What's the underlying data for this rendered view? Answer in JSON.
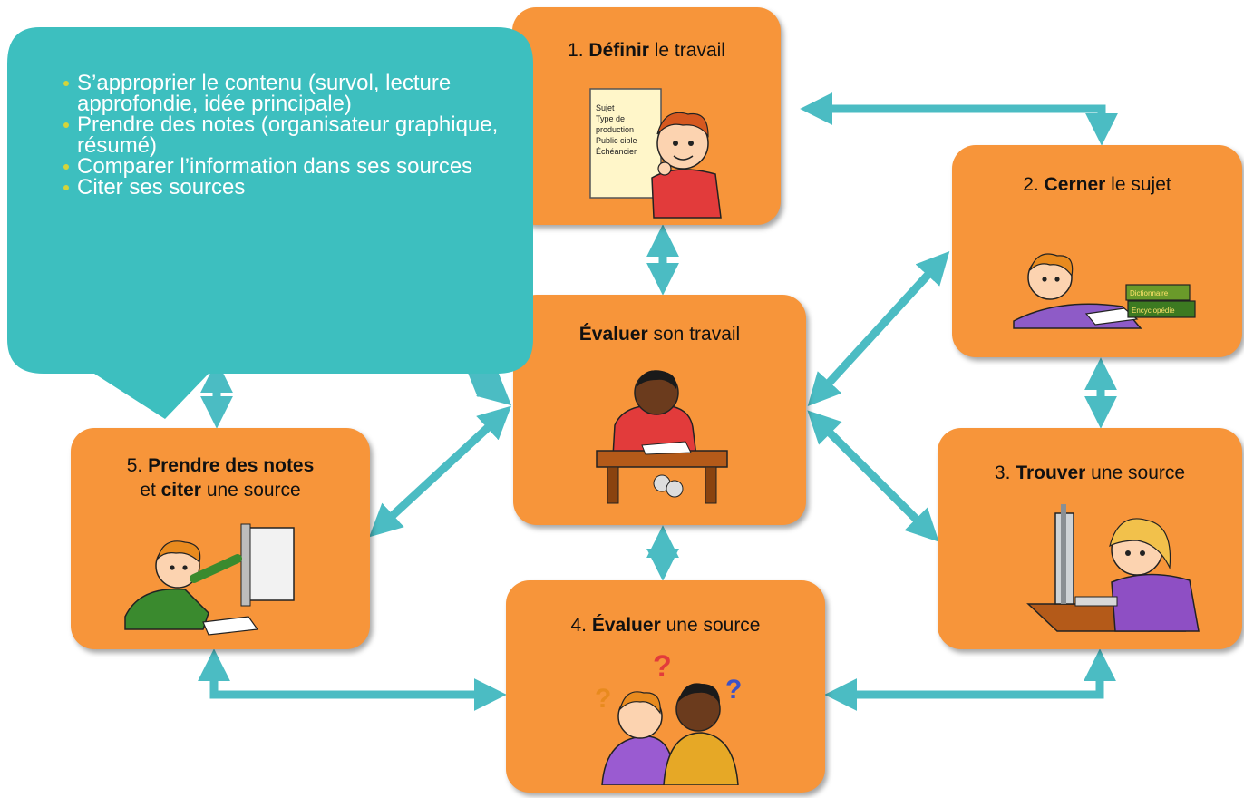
{
  "callout": {
    "items": [
      "S’approprier le contenu (survol, lecture approfondie, idée principale)",
      "Prendre des notes (organisateur graphique, résumé)",
      "Comparer l’information dans ses sources",
      "Citer ses sources"
    ]
  },
  "steps": {
    "step1": {
      "prefix": "1. ",
      "bold": "Définir",
      "suffix": " le travail",
      "note": [
        "Sujet",
        "Type de",
        "production",
        "Public cible",
        "Échéancier"
      ]
    },
    "step2": {
      "prefix": "2. ",
      "bold": "Cerner",
      "suffix": " le sujet",
      "books": [
        "Dictionnaire",
        "Encyclopédie"
      ]
    },
    "step3": {
      "prefix": "3. ",
      "bold": "Trouver",
      "suffix": " une source"
    },
    "step4": {
      "prefix": "4. ",
      "bold": "Évaluer",
      "suffix": " une source"
    },
    "step5": {
      "prefix": "5. ",
      "bold1": "Prendre des notes",
      "mid": "et ",
      "bold2": "citer",
      "suffix": " une source"
    },
    "center": {
      "bold": "Évaluer",
      "suffix": " son travail"
    }
  },
  "colors": {
    "box_fill": "#f7953a",
    "arrow": "#4bbcc3",
    "callout_fill": "#3dbfbf",
    "bullet": "#d4d43a"
  }
}
